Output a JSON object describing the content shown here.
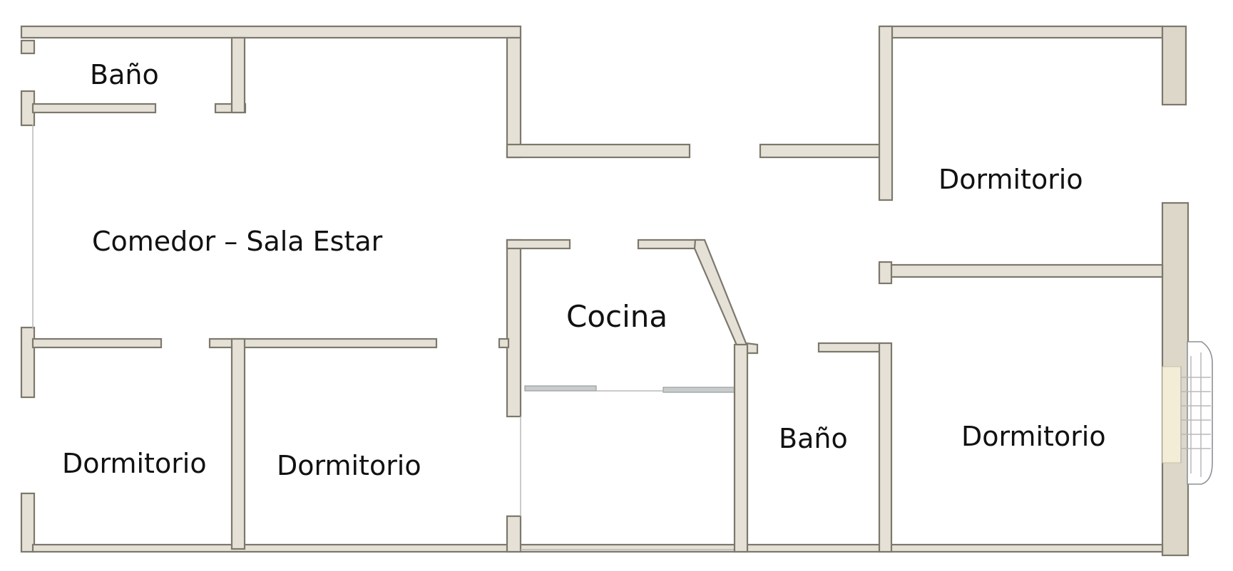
{
  "colors": {
    "wall_fill": "#e5e1d6",
    "wall_stroke": "#7d786c",
    "label_text": "#111111",
    "background": "#ffffff"
  },
  "rooms": {
    "bano_top": "Baño",
    "comedor": "Comedor – Sala Estar",
    "cocina": "Cocina",
    "dormitorio_top_right": "Dormitorio",
    "dormitorio_bottom_left_1": "Dormitorio",
    "dormitorio_bottom_left_2": "Dormitorio",
    "bano_bottom": "Baño",
    "dormitorio_bottom_right": "Dormitorio"
  }
}
